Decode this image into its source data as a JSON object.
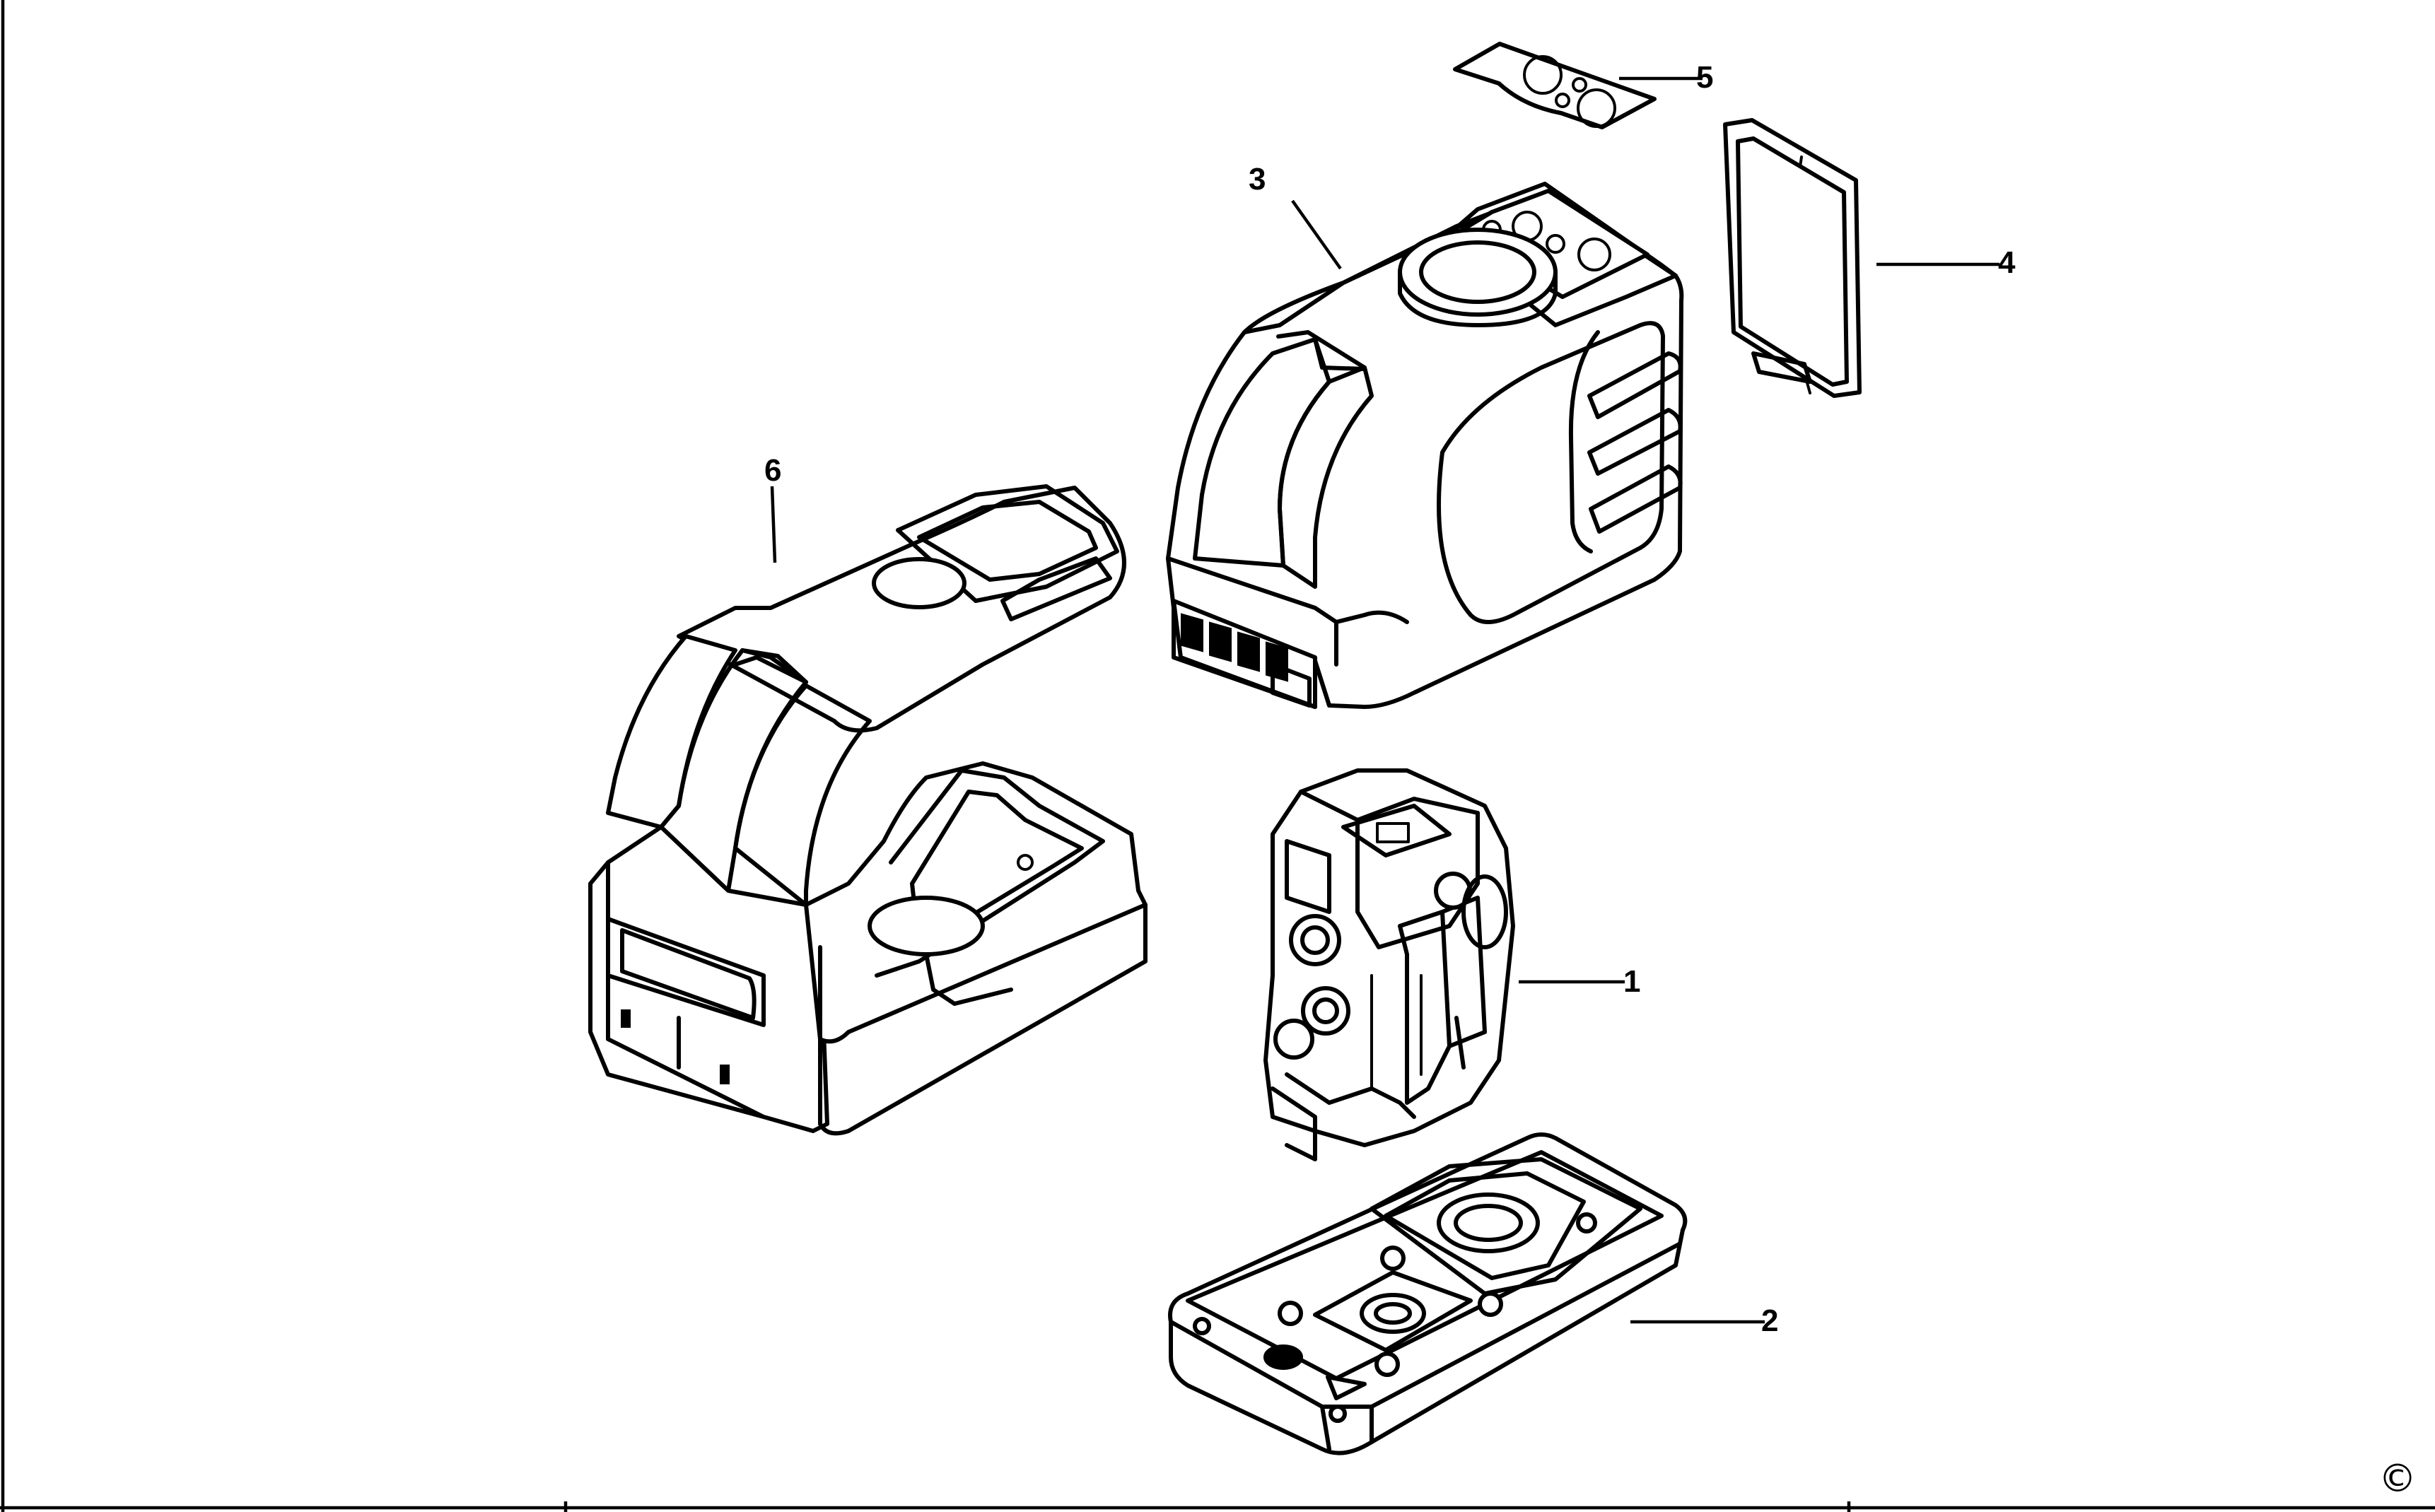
{
  "callouts": {
    "part_1": "1",
    "part_2": "2",
    "part_3": "3",
    "part_4": "4",
    "part_5": "5",
    "part_6": "6"
  },
  "copyright_symbol": "©"
}
